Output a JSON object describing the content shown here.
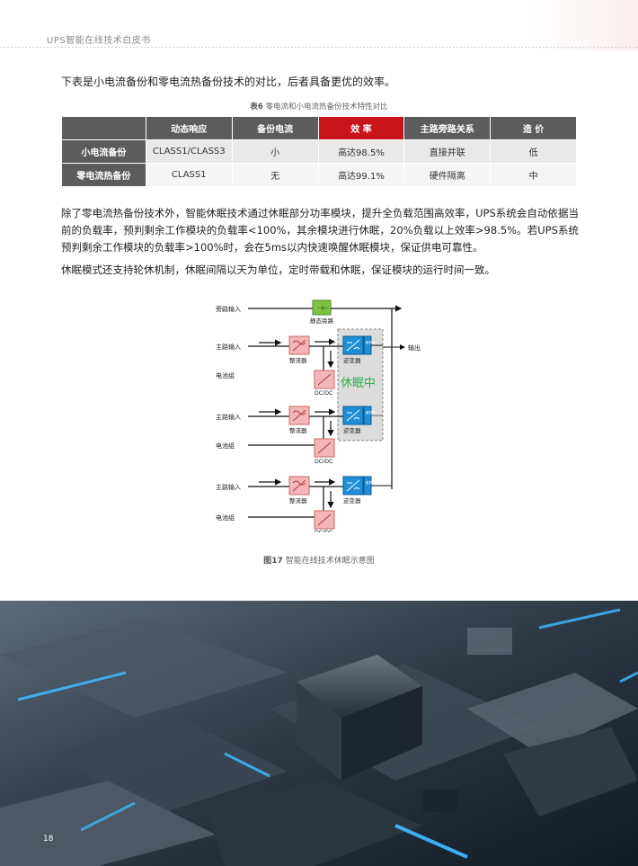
{
  "header": {
    "title": "UPS智能在线技术白皮书"
  },
  "intro": "下表是小电流备份和零电流热备份技术的对比，后者具备更优的效率。",
  "table": {
    "caption_num": "表6",
    "caption_text": "零电流和小电流热备份技术特性对比",
    "headers": [
      "动态响应",
      "备份电流",
      "效 率",
      "主路旁路关系",
      "造 价"
    ],
    "rows": [
      {
        "label": "小电流备份",
        "cells": [
          "CLASS1/CLASS3",
          "小",
          "高达98.5%",
          "直接并联",
          "低"
        ]
      },
      {
        "label": "零电流热备份",
        "cells": [
          "CLASS1",
          "无",
          "高达99.1%",
          "硬件隔离",
          "中"
        ]
      }
    ]
  },
  "paragraphs": [
    "除了零电流热备份技术外，智能休眠技术通过休眠部分功率模块，提升全负载范围高效率，UPS系统会自动依据当前的负载率，预判剩余工作模块的负载率<100%，其余模块进行休眠，20%负载以上效率>98.5%。若UPS系统预判剩余工作模块的负载率>100%时，会在5ms以内快速唤醒休眠模块，保证供电可靠性。",
    "休眠模式还支持轮休机制，休眠间隔以天为单位，定时带载和休眠，保证模块的运行时间一致。"
  ],
  "diagram": {
    "bypass_input": "旁路输入",
    "static_bypass": "静态旁路",
    "main_input": "主路输入",
    "rectifier": "整流器",
    "inverter": "逆变器",
    "battery": "电池组",
    "dcdc": "DC/DC",
    "output": "输出",
    "sleeping": "休眠中",
    "fan": "散热器"
  },
  "figure": {
    "caption_num": "图17",
    "caption_text": "智能在线技术休眠示意图"
  },
  "page_number": "18",
  "colors": {
    "accent_red": "#c8141a",
    "header_gray": "#5c5c5c",
    "bypass_green": "#7dc242",
    "inverter_blue": "#1e8fd6",
    "rectifier_pink": "#f4b6b9",
    "sleep_green": "#2fae4a"
  }
}
